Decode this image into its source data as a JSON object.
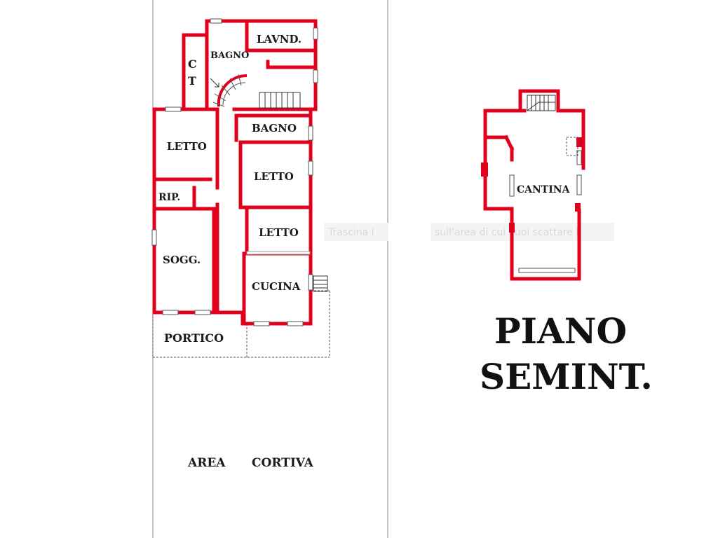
{
  "colors": {
    "wall": "#e0001b",
    "thin_line": "#555555",
    "boundary": "#888888",
    "label": "#1a1a1a"
  },
  "ground_floor": {
    "rooms": {
      "lavanderia": "LAVND.",
      "bagno_upper": "BAGNO",
      "ct_line1": "C",
      "ct_line2": "T",
      "bagno": "BAGNO",
      "letto_left": "LETTO",
      "letto_right_top": "LETTO",
      "letto_right_mid": "LETTO",
      "ripostiglio": "RIP.",
      "soggiorno": "SOGG.",
      "cucina": "CUCINA",
      "portico": "PORTICO"
    },
    "yard_label_1": "AREA",
    "yard_label_2": "CORTIVA"
  },
  "basement": {
    "rooms": {
      "cantina": "CANTINA"
    },
    "title_line1": "PIANO",
    "title_line2": "SEMINT."
  },
  "watermark": {
    "left": "Trascina l",
    "right": "sull'area di cui vuoi scattare l"
  }
}
